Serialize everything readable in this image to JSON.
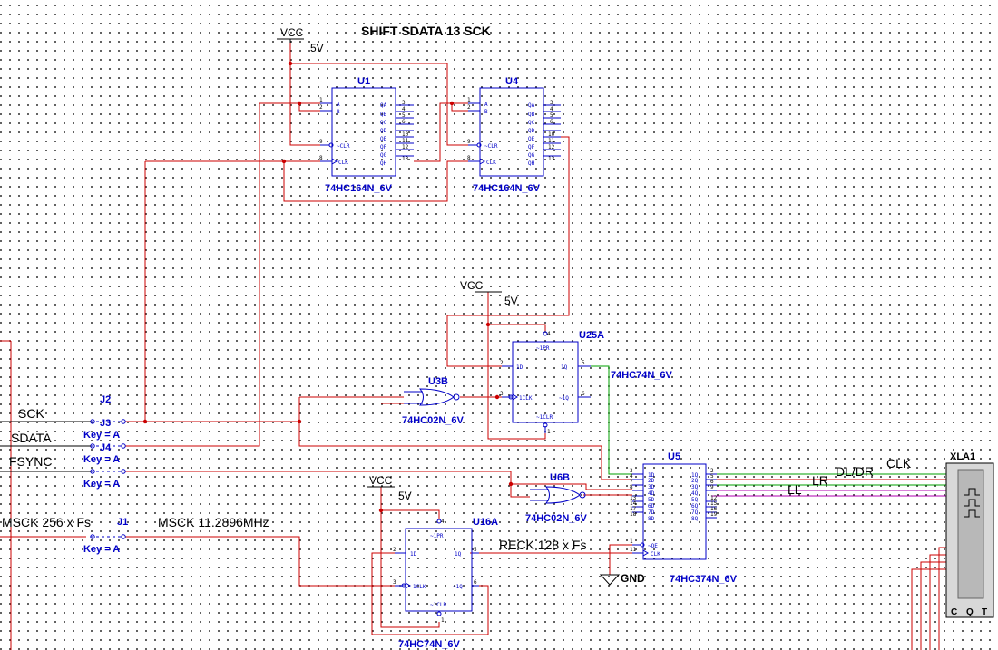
{
  "title": "SHIFT SDATA 13 SCK",
  "power": {
    "vcc1": {
      "name": "VCC",
      "voltage": "5V"
    },
    "vcc2": {
      "name": "VCC",
      "voltage": "5V"
    },
    "vcc3": {
      "name": "VCC",
      "voltage": "5V"
    },
    "gnd": "GND"
  },
  "components": {
    "u1": {
      "ref": "U1",
      "part": "74HC164N_6V",
      "pins_left": [
        "A",
        "B",
        "~CLR",
        "CLK"
      ],
      "pins_right": [
        "QA",
        "QB",
        "QC",
        "QD",
        "QE",
        "QF",
        "QG",
        "QH"
      ],
      "pin_nums_left": [
        "1",
        "2",
        "9",
        "8"
      ],
      "pin_nums_right": [
        "3",
        "4",
        "5",
        "6",
        "10",
        "11",
        "12",
        "13"
      ]
    },
    "u4": {
      "ref": "U4",
      "part": "74HC164N_6V",
      "pins_left": [
        "A",
        "B",
        "~CLR",
        "CLK"
      ],
      "pins_right": [
        "QA",
        "QB",
        "QC",
        "QD",
        "QE",
        "QF",
        "QG",
        "QH"
      ],
      "pin_nums_left": [
        "1",
        "2",
        "9",
        "8"
      ],
      "pin_nums_right": [
        "3",
        "4",
        "5",
        "6",
        "10",
        "11",
        "12",
        "13"
      ]
    },
    "u25a": {
      "ref": "U25A",
      "part": "74HC74N_6V",
      "pins": [
        "~1PR",
        "1D",
        "1Q",
        "1CLK",
        "~1Q",
        "~1CLR"
      ],
      "pin_nums": [
        "4",
        "2",
        "5",
        "3",
        "6",
        "1"
      ]
    },
    "u3b": {
      "ref": "U3B",
      "part": "74HC02N_6V"
    },
    "u6b": {
      "ref": "U6B",
      "part": "74HC02N_6V"
    },
    "u5": {
      "ref": "U5",
      "part": "74HC374N_6V",
      "pins_left": [
        "1D",
        "2D",
        "3D",
        "4D",
        "5D",
        "6D",
        "7D",
        "8D",
        "~OE",
        "CLK"
      ],
      "pins_right": [
        "1Q",
        "2Q",
        "3Q",
        "4Q",
        "5Q",
        "6Q",
        "7Q",
        "8Q"
      ],
      "pin_nums_left": [
        "3",
        "4",
        "7",
        "8",
        "13",
        "14",
        "17",
        "18",
        "1",
        "11"
      ],
      "pin_nums_right": [
        "2",
        "5",
        "6",
        "9",
        "12",
        "15",
        "16",
        "19"
      ]
    },
    "u16a": {
      "ref": "U16A",
      "part": "74HC74N_6V",
      "pins": [
        "~1PR",
        "1D",
        "1Q",
        "1CLK",
        "~1Q",
        "~1CLR"
      ],
      "pin_nums": [
        "4",
        "2",
        "5",
        "3",
        "6",
        "1"
      ]
    },
    "xla1": {
      "ref": "XLA1",
      "pins": [
        "C",
        "Q",
        "T"
      ]
    }
  },
  "switches": {
    "j2": {
      "ref": "J2",
      "label": "Key = A"
    },
    "j3": {
      "ref": "J3",
      "label": "Key = A"
    },
    "j4": {
      "ref": "J4",
      "label": "Key = A"
    },
    "j1": {
      "ref": "J1",
      "label": "Key = A"
    }
  },
  "net_labels": {
    "sck": "SCK",
    "sdata": "SDATA",
    "fsync": "FSYNC",
    "msck_in": "MSCK 256 x Fs",
    "msck_freq": "MSCK 11.2896MHz",
    "reck": "RECK 128 x Fs",
    "dldr": "DL/DR",
    "clk": "CLK",
    "lr": "LR",
    "ll": "LL"
  },
  "colors": {
    "wire": "#cc0000",
    "part": "#0000c8",
    "green_net": "#00a000",
    "magenta_net": "#b000b0",
    "text": "#000000"
  }
}
